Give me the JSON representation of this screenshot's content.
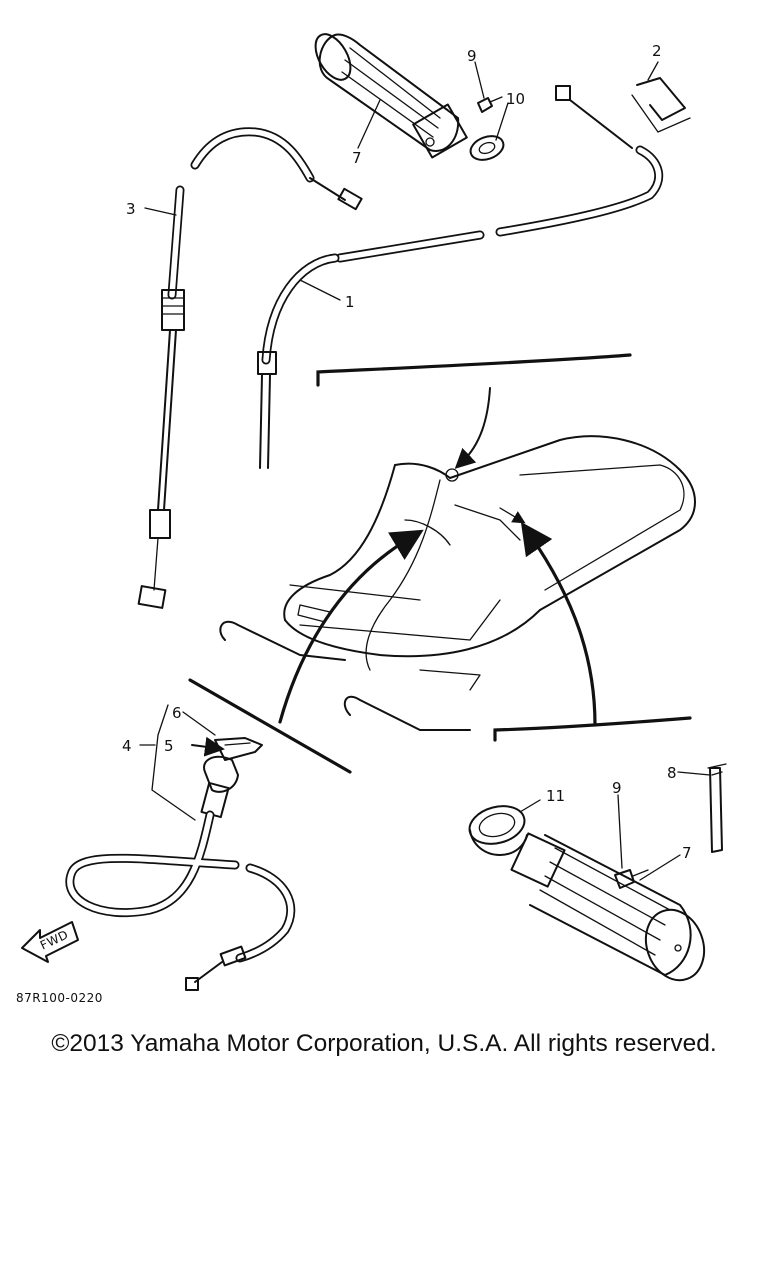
{
  "diagram": {
    "callouts": {
      "c1": "1",
      "c2": "2",
      "c3": "3",
      "c4": "4",
      "c5": "5",
      "c6": "6",
      "c7_top": "7",
      "c7_bottom": "7",
      "c8": "8",
      "c9_top": "9",
      "c9_bottom": "9",
      "c10": "10",
      "c11": "11"
    },
    "fwd_label": "FWD",
    "drawing_code": "87R100-0220"
  },
  "footer": {
    "copyright": "©2013 Yamaha Motor Corporation, U.S.A. All rights reserved."
  }
}
